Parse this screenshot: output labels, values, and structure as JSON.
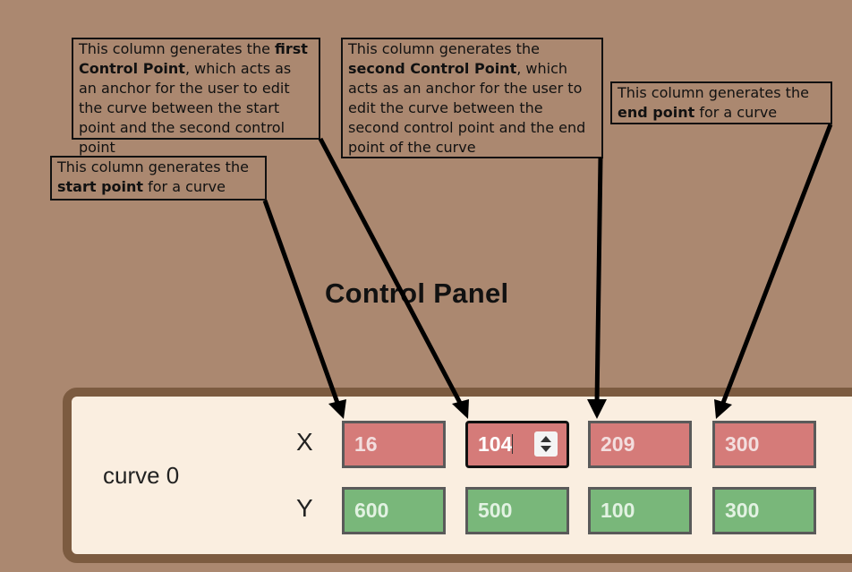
{
  "annotations": {
    "start": {
      "pre": "This column generates the ",
      "bold": "start point",
      "post": " for a curve"
    },
    "first": {
      "pre": "This column generates the ",
      "bold": "first Control Point",
      "post": ", which acts as an anchor for the user to edit the curve between the start point and the second control point"
    },
    "second": {
      "pre": "This column generates the ",
      "bold": "second Control Point",
      "post": ", which acts as an anchor for the user to edit the curve between the second control point and the end point of the curve"
    },
    "end": {
      "pre": "This column generates the ",
      "bold": "end point",
      "post": " for a curve"
    }
  },
  "panel": {
    "title": "Control Panel",
    "curve_label": "curve 0",
    "x_label": "X",
    "y_label": "Y",
    "x_values": [
      "16",
      "104",
      "209",
      "300"
    ],
    "y_values": [
      "600",
      "500",
      "100",
      "300"
    ]
  },
  "colors": {
    "background": "#ab8870",
    "panel": "#faeee0",
    "panel_border": "#7c5b40",
    "x_field": "#d57b79",
    "y_field": "#79b77a"
  },
  "icons": {
    "spinner": "up-down-spinner-icon",
    "arrow": "arrow-down-icon"
  }
}
